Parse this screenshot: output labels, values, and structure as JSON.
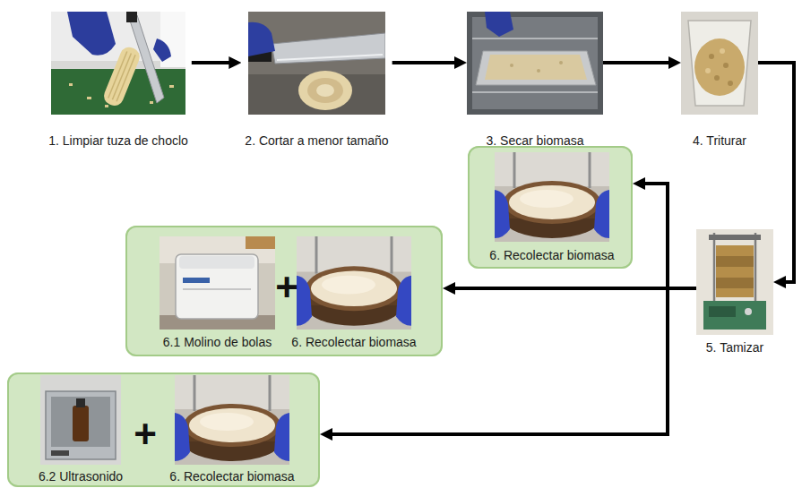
{
  "diagram": {
    "nodes": [
      {
        "text": [
          "1. Limpiar tuza de choclo"
        ]
      },
      {
        "text": [
          "2. Cortar a menor tamaño"
        ]
      },
      {
        "text": [
          "3. Secar biomasa"
        ]
      },
      {
        "text": [
          "4. Triturar"
        ]
      },
      {
        "text": [
          "5. Tamizar"
        ]
      },
      {
        "text": [
          "6. Recolectar biomasa"
        ]
      },
      {
        "text": [
          "+"
        ]
      },
      {
        "text": [
          "6.1 Molino de bolas"
        ],
        "in": 6
      },
      {
        "text": [
          "6. Recolectar biomasa"
        ],
        "in": 6
      },
      {
        "text": [
          "+"
        ]
      },
      {
        "text": [
          "6.2 Ultrasonido"
        ],
        "in": 9
      },
      {
        "text": [
          "6. Recolectar biomasa"
        ],
        "in": 9
      }
    ],
    "edges": [
      {
        "from": 0,
        "to": 1,
        "arrow": "to"
      },
      {
        "from": 1,
        "to": 2,
        "arrow": "to"
      },
      {
        "from": 2,
        "to": 3,
        "arrow": "to"
      },
      {
        "from": 3,
        "to": 4,
        "arrow": "to"
      },
      {
        "from": 4,
        "to": 5,
        "arrow": "to"
      },
      {
        "from": 4,
        "to": 6,
        "arrow": "to"
      },
      {
        "from": 4,
        "to": 9,
        "arrow": "to"
      }
    ]
  }
}
